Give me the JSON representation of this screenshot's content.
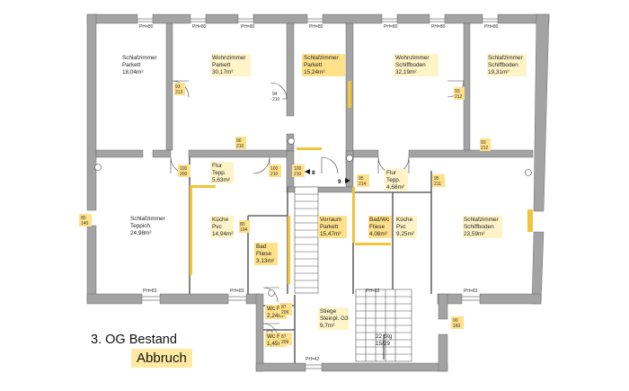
{
  "drawing": {
    "title": "3. OG Bestand",
    "subtitle": "Abbruch"
  },
  "rooms": [
    {
      "name": "Schlafzimmer",
      "floor": "Parkett",
      "area": "18,04m²"
    },
    {
      "name": "Wohnzimmer",
      "floor": "Parkett",
      "area": "30,17m²"
    },
    {
      "name": "Schlafzimmer",
      "floor": "Parkett",
      "area": "15,24m²"
    },
    {
      "name": "Wohnzimmer",
      "floor": "Schiffboden",
      "area": "32,19m²"
    },
    {
      "name": "Schlafzimmer",
      "floor": "Schiffboden",
      "area": "19,31m²"
    },
    {
      "name": "Flur",
      "floor": "Tepp.",
      "area": "5,63m²"
    },
    {
      "name": "Flur",
      "floor": "Tepp.",
      "area": "4,68m²"
    },
    {
      "name": "Schlafzimmer",
      "floor": "Teppich",
      "area": "24,98m²"
    },
    {
      "name": "Küche",
      "floor": "Pvc",
      "area": "14,94m²"
    },
    {
      "name": "Bad",
      "floor": "Fliese",
      "area": "3,13m²"
    },
    {
      "name": "Vorraum",
      "floor": "Parkett",
      "area": "15,47m²"
    },
    {
      "name": "Bad/Wc",
      "floor": "Fliese",
      "area": "4,08m²"
    },
    {
      "name": "Küche",
      "floor": "Pvc",
      "area": "9,25m²"
    },
    {
      "name": "Schlafzimmer",
      "floor": "Schiffboden",
      "area": "23,59m²"
    },
    {
      "name": "Wc Fl.",
      "floor": "",
      "area": "2,24m²"
    },
    {
      "name": "Wc Fl.",
      "floor": "",
      "area": "1,45m²"
    },
    {
      "name": "Stiege",
      "floor": "Steinpl. G3",
      "area": "9,7m²"
    }
  ],
  "stair": {
    "label": "22 Stg",
    "ratio": "15/29"
  },
  "door_dims": [
    [
      "93",
      "213"
    ],
    [
      "94",
      "210"
    ],
    [
      "90",
      "210"
    ],
    [
      "100",
      "200"
    ],
    [
      "100",
      "210"
    ],
    [
      "100",
      "210"
    ],
    [
      "95",
      "214"
    ],
    [
      "95",
      "211"
    ],
    [
      "93",
      "212"
    ],
    [
      "80",
      "194"
    ],
    [
      "87",
      "209"
    ],
    [
      "87",
      "209"
    ],
    [
      "80",
      "140"
    ],
    [
      "90",
      "160"
    ],
    [
      "93",
      "212"
    ]
  ],
  "sill_labels": [
    "PH=80",
    "PH=83",
    "PH=42"
  ],
  "markers": {
    "left": "8",
    "right": "9"
  }
}
